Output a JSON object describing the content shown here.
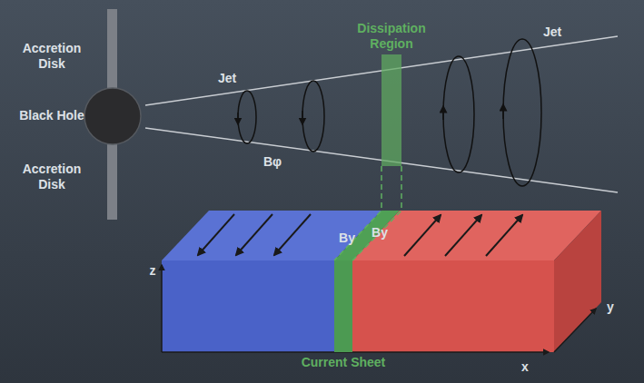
{
  "diagram": {
    "nodes": [
      {
        "text": [
          "Dissipation Region"
        ]
      },
      {
        "text": [
          "Current Sheet"
        ]
      }
    ],
    "edges": [
      {
        "from": 0,
        "to": 1,
        "arrow": "none"
      }
    ],
    "labels": [
      "Accretion Disk",
      "Black Hole",
      "Accretion Disk",
      "Jet",
      "Jet",
      "Bφ",
      "By",
      "By",
      "z",
      "y",
      "x"
    ]
  }
}
